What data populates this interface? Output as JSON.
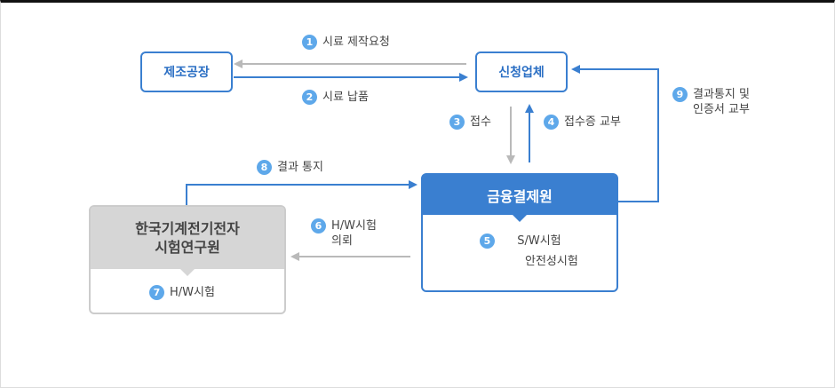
{
  "nodes": {
    "factory": "제조공장",
    "applicant": "신청업체",
    "ftc": "금융결제원",
    "ktl_line1": "한국기계전기전자",
    "ktl_line2": "시험연구원"
  },
  "steps": [
    {
      "num": "1",
      "lines": [
        "시료 제작요청"
      ]
    },
    {
      "num": "2",
      "lines": [
        "시료 납품"
      ]
    },
    {
      "num": "3",
      "lines": [
        "접수"
      ]
    },
    {
      "num": "4",
      "lines": [
        "접수증 교부"
      ]
    },
    {
      "num": "5",
      "lines": [
        "S/W시험",
        "안전성시험"
      ]
    },
    {
      "num": "6",
      "lines": [
        "H/W시험",
        "의뢰"
      ]
    },
    {
      "num": "7",
      "lines": [
        "H/W시험"
      ]
    },
    {
      "num": "8",
      "lines": [
        "결과 통지"
      ]
    },
    {
      "num": "9",
      "lines": [
        "결과통지 및",
        "인증서 교부"
      ]
    }
  ],
  "colors": {
    "primary": "#3a7fd0",
    "badge": "#5ea8ea",
    "gray_arrow": "#b9b9b9",
    "gray_head": "#d6d6d6"
  }
}
